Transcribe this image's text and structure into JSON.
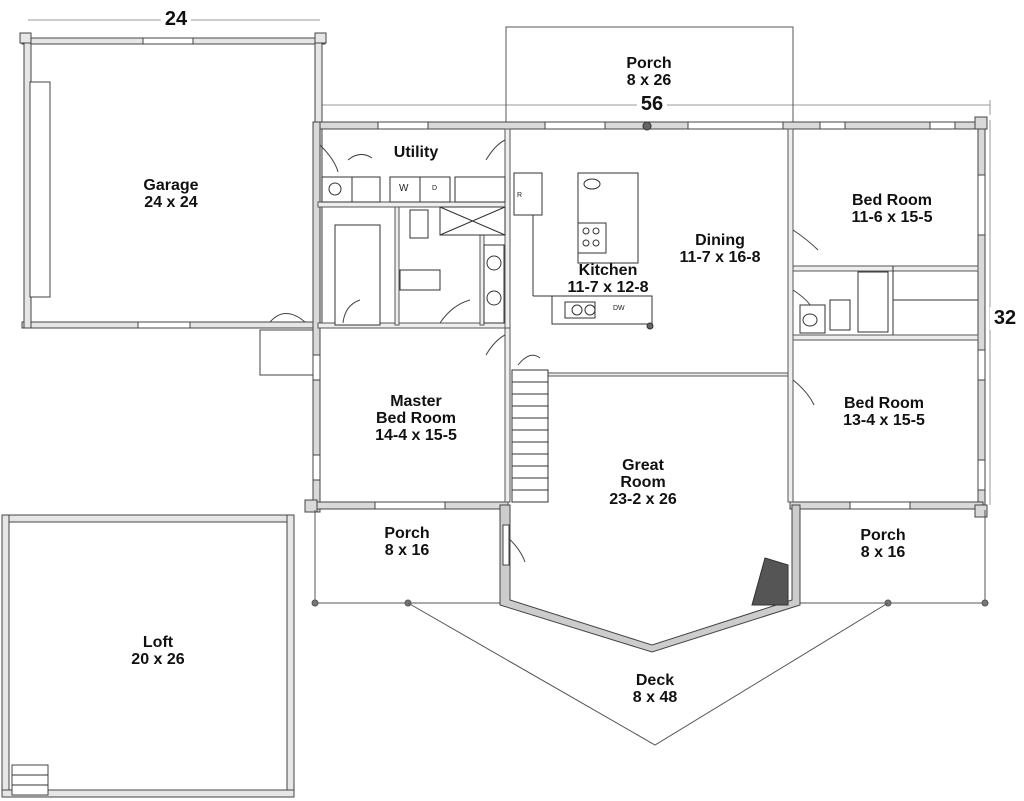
{
  "dimensions": {
    "garage_width": "24",
    "house_width": "56",
    "house_depth": "32"
  },
  "rooms": {
    "garage": {
      "name": "Garage",
      "size": "24 x 24"
    },
    "porch_back": {
      "name": "Porch",
      "size": "8 x 26"
    },
    "utility": {
      "name": "Utility"
    },
    "kitchen": {
      "name": "Kitchen",
      "size": "11-7 x 12-8"
    },
    "dining": {
      "name": "Dining",
      "size": "11-7 x 16-8"
    },
    "bed1": {
      "name": "Bed Room",
      "size": "11-6 x 15-5"
    },
    "bed2": {
      "name": "Bed Room",
      "size": "13-4 x 15-5"
    },
    "master": {
      "line1": "Master",
      "line2": "Bed Room",
      "size": "14-4 x 15-5"
    },
    "great": {
      "line1": "Great",
      "line2": "Room",
      "size": "23-2 x 26"
    },
    "porch_left": {
      "name": "Porch",
      "size": "8 x 16"
    },
    "porch_right": {
      "name": "Porch",
      "size": "8 x 16"
    },
    "deck": {
      "name": "Deck",
      "size": "8 x 48"
    },
    "loft": {
      "name": "Loft",
      "size": "20 x 26"
    }
  },
  "fixtures": {
    "washer": "W",
    "dryer": "D",
    "ref": "R",
    "dw": "DW"
  }
}
